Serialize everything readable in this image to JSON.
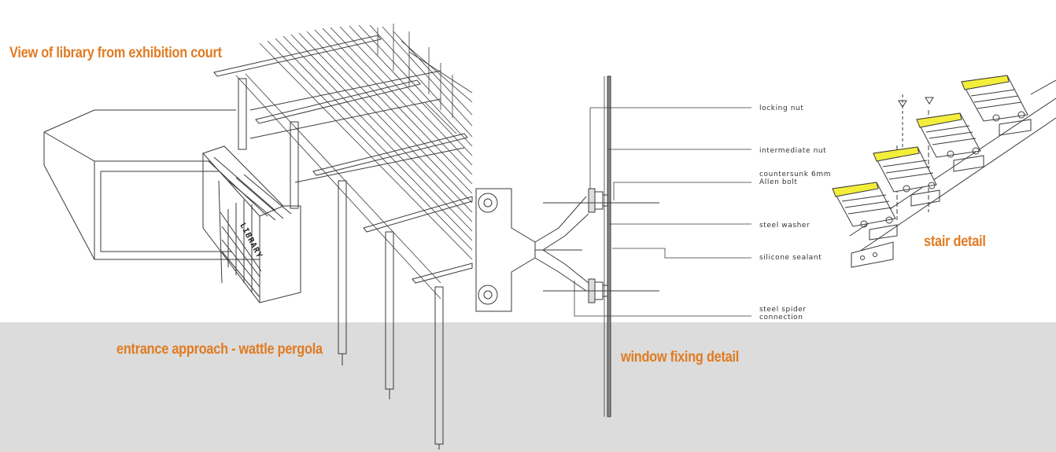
{
  "captions": {
    "library_view": "View of library from exhibition court",
    "entrance": "entrance approach - wattle pergola",
    "window": "window fixing detail",
    "stair": "stair detail"
  },
  "sign_text": "LIBRARY",
  "window_callouts": {
    "locking_nut": "locking nut",
    "intermediate_nut": "intermediate nut",
    "countersunk_l1": "countersunk 6mm",
    "countersunk_l2": "Allen bolt",
    "steel_washer": "steel washer",
    "silicone_sealant": "silicone sealant",
    "steel_spider_l1": "steel spider",
    "steel_spider_l2": "connection"
  },
  "colors": {
    "caption": "#e07b22",
    "tread_highlight": "#f2ee3a",
    "band": "#dcdcdc",
    "line": "#3a3a3a"
  }
}
